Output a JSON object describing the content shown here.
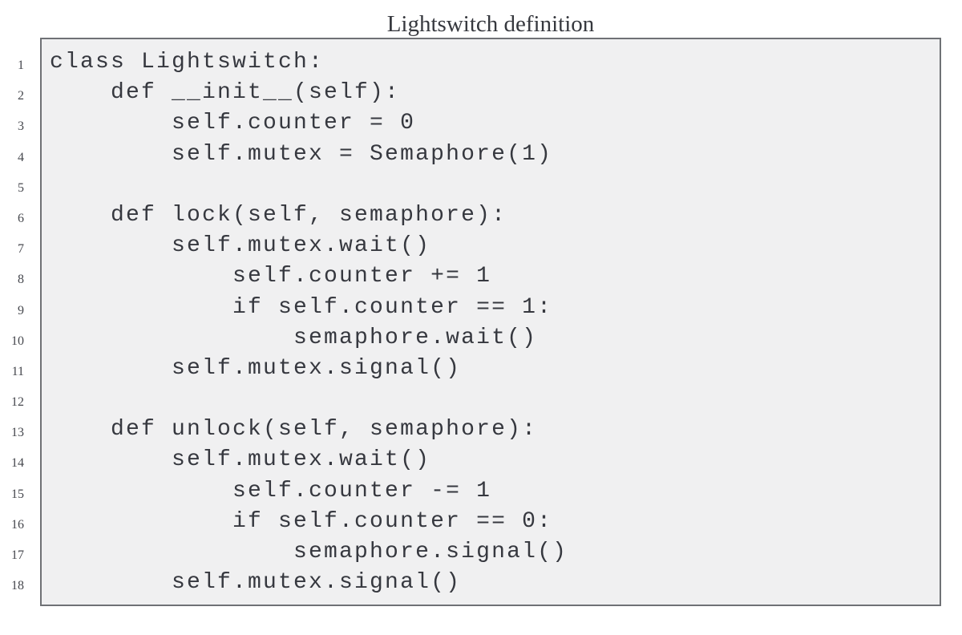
{
  "title": "Lightswitch definition",
  "listing": {
    "language": "python",
    "lines": [
      {
        "num": "1",
        "code": "class Lightswitch:"
      },
      {
        "num": "2",
        "code": "    def __init__(self):"
      },
      {
        "num": "3",
        "code": "        self.counter = 0"
      },
      {
        "num": "4",
        "code": "        self.mutex = Semaphore(1)"
      },
      {
        "num": "5",
        "code": ""
      },
      {
        "num": "6",
        "code": "    def lock(self, semaphore):"
      },
      {
        "num": "7",
        "code": "        self.mutex.wait()"
      },
      {
        "num": "8",
        "code": "            self.counter += 1"
      },
      {
        "num": "9",
        "code": "            if self.counter == 1:"
      },
      {
        "num": "10",
        "code": "                semaphore.wait()"
      },
      {
        "num": "11",
        "code": "        self.mutex.signal()"
      },
      {
        "num": "12",
        "code": ""
      },
      {
        "num": "13",
        "code": "    def unlock(self, semaphore):"
      },
      {
        "num": "14",
        "code": "        self.mutex.wait()"
      },
      {
        "num": "15",
        "code": "            self.counter -= 1"
      },
      {
        "num": "16",
        "code": "            if self.counter == 0:"
      },
      {
        "num": "17",
        "code": "                semaphore.signal()"
      },
      {
        "num": "18",
        "code": "        self.mutex.signal()"
      }
    ]
  },
  "colors": {
    "box_background": "#f0f0f1",
    "box_border": "#6f7175",
    "code_text": "#36383f",
    "line_number_text": "#46484e",
    "caption_text": "#36383e"
  }
}
